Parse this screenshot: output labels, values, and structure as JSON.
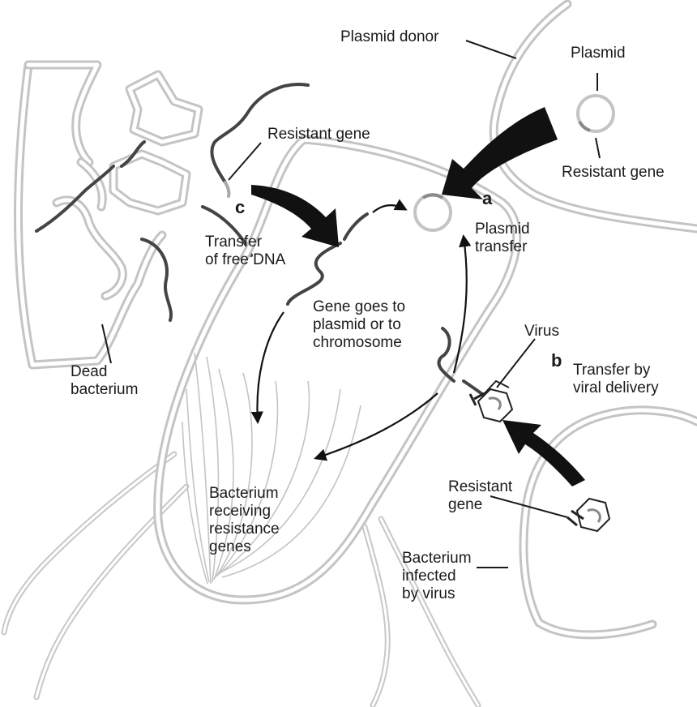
{
  "labels": {
    "plasmid_donor": "Plasmid donor",
    "plasmid": "Plasmid",
    "resistant_gene_plasmid": "Resistant gene",
    "resistant_gene_free": "Resistant gene",
    "letter_a": "a",
    "plasmid_transfer": "Plasmid\ntransfer",
    "letter_c": "c",
    "transfer_free_dna": "Transfer\nof free DNA",
    "gene_goes": "Gene goes to\nplasmid or to\nchromosome",
    "virus": "Virus",
    "letter_b": "b",
    "transfer_viral": "Transfer by\nviral delivery",
    "dead_bacterium": "Dead\nbacterium",
    "bacterium_receiving": "Bacterium\nreceiving\nresistance\ngenes",
    "resistant_gene_virus": "Resistant\ngene",
    "bacterium_infected": "Bacterium\ninfected\nby virus"
  },
  "colors": {
    "membrane": "#c4c4c4",
    "dna": "#444444",
    "resistant_segment": "#a8a8a8",
    "arrow": "#111111",
    "text": "#1a1a1a"
  }
}
